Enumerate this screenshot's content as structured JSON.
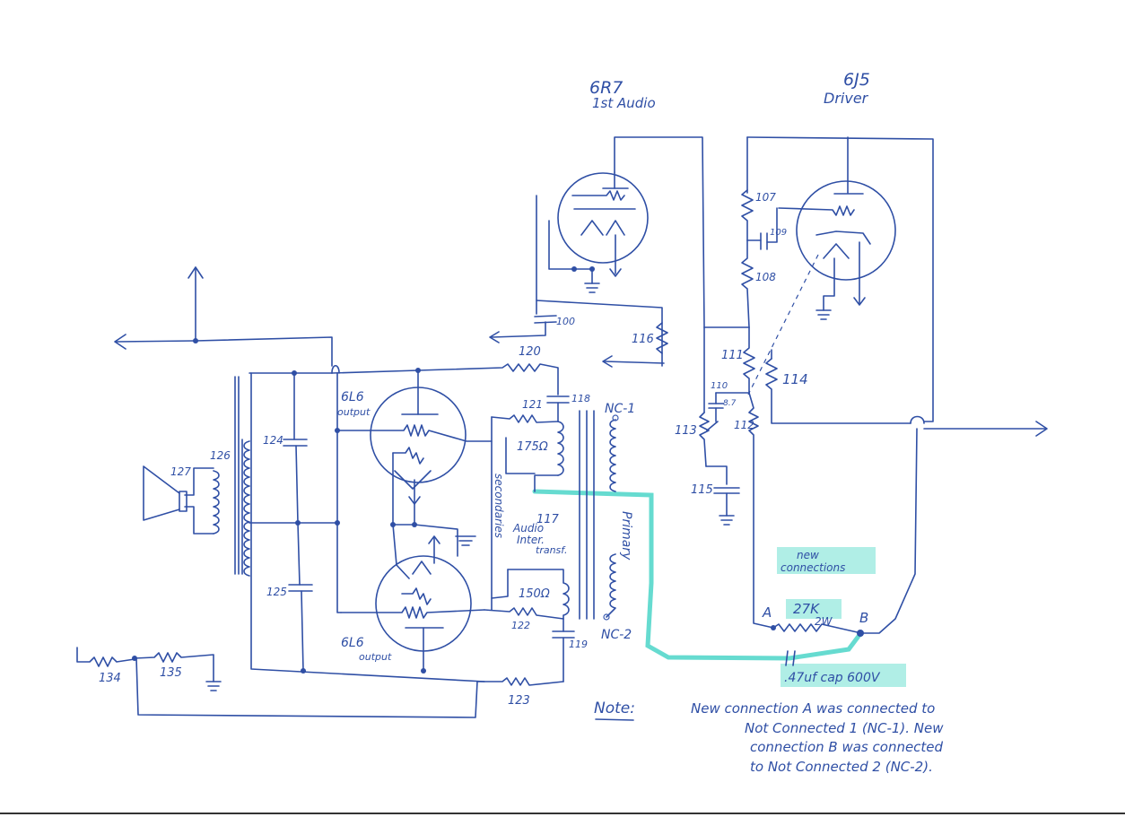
{
  "tubes": {
    "first_audio": {
      "type": "6R7",
      "role": "1st Audio"
    },
    "driver": {
      "type": "6J5",
      "role": "Driver"
    },
    "output_top": {
      "type": "6L6",
      "role": "output"
    },
    "output_bottom": {
      "type": "6L6",
      "role": "output"
    }
  },
  "components": {
    "c100": "100",
    "r107": "107",
    "c109": "109",
    "r108": "108",
    "r111": "111",
    "r114": "114",
    "c110": "110",
    "c110_val": "8.7",
    "r112": "112",
    "r113": "113",
    "c115": "115",
    "r116": "116",
    "r120": "120",
    "r121": "121",
    "c118": "118",
    "sec_top": "175Ω",
    "sec_bottom": "150Ω",
    "r122": "122",
    "c119": "119",
    "r123": "123",
    "c124": "124",
    "c125": "125",
    "xfmr126": "126",
    "spk127": "127",
    "r134": "134",
    "r135": "135",
    "interstage_num": "117",
    "interstage_l1": "Audio",
    "interstage_l2": "Inter.",
    "interstage_l3": "transf.",
    "secondaries": "secondaries",
    "primary": "Primary"
  },
  "connections": {
    "nc1": "NC-1",
    "nc2": "NC-2",
    "point_a": "A",
    "point_b": "B",
    "new_l1": "new",
    "new_l2": "connections",
    "new_resistor": "27K",
    "new_resistor_w": "2W",
    "new_cap": ".47uf cap 600V"
  },
  "note": {
    "heading": "Note:",
    "line1": "New connection A was connected to",
    "line2": "Not Connected 1 (NC-1).  New",
    "line3": "connection B was connected",
    "line4": "to Not Connected 2 (NC-2)."
  },
  "colors": {
    "ink": "#2f4fa5",
    "highlight": "#6fe0d2"
  }
}
